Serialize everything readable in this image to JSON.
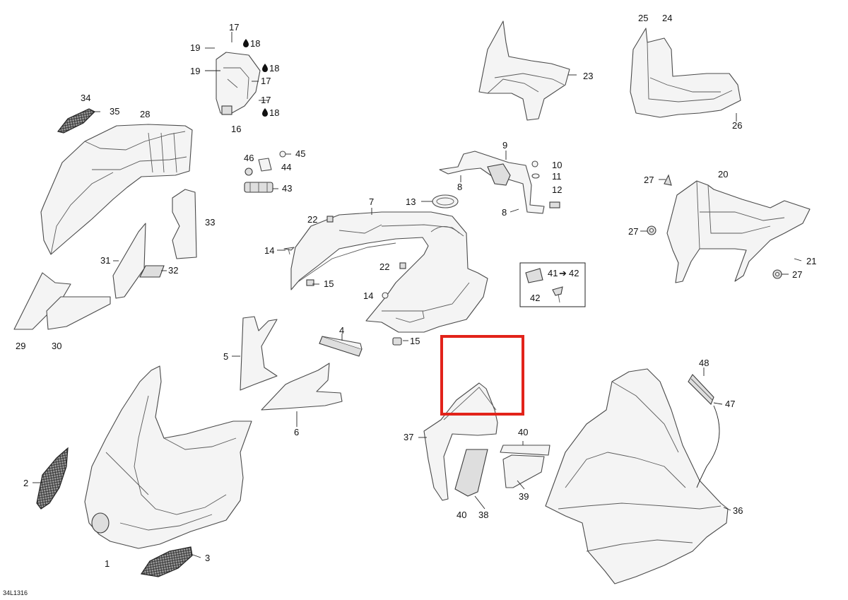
{
  "diagram": {
    "reference_code": "34L1316",
    "highlight_color": "#e2231a",
    "callouts": {
      "c1": "1",
      "c2": "2",
      "c3": "3",
      "c4": "4",
      "c5": "5",
      "c6": "6",
      "c7": "7",
      "c8a": "8",
      "c8b": "8",
      "c9": "9",
      "c10": "10",
      "c11": "11",
      "c12": "12",
      "c13": "13",
      "c14a": "14",
      "c14b": "14",
      "c15a": "15",
      "c15b": "15",
      "c16": "16",
      "c17a": "17",
      "c17b": "17",
      "c17c": "17",
      "c18a": "18",
      "c18b": "18",
      "c18c": "18",
      "c19a": "19",
      "c19b": "19",
      "c20": "20",
      "c21": "21",
      "c22a": "22",
      "c22b": "22",
      "c23": "23",
      "c24": "24",
      "c25": "25",
      "c26": "26",
      "c27a": "27",
      "c27b": "27",
      "c27c": "27",
      "c28": "28",
      "c29": "29",
      "c30": "30",
      "c31": "31",
      "c32": "32",
      "c33": "33",
      "c34": "34",
      "c35": "35",
      "c36": "36",
      "c37": "37",
      "c38": "38",
      "c39": "39",
      "c40a": "40",
      "c40b": "40",
      "c41": "41",
      "c42a": "42",
      "c42b": "42",
      "c43": "43",
      "c44": "44",
      "c45": "45",
      "c46": "46",
      "c47": "47",
      "c48": "48"
    }
  }
}
